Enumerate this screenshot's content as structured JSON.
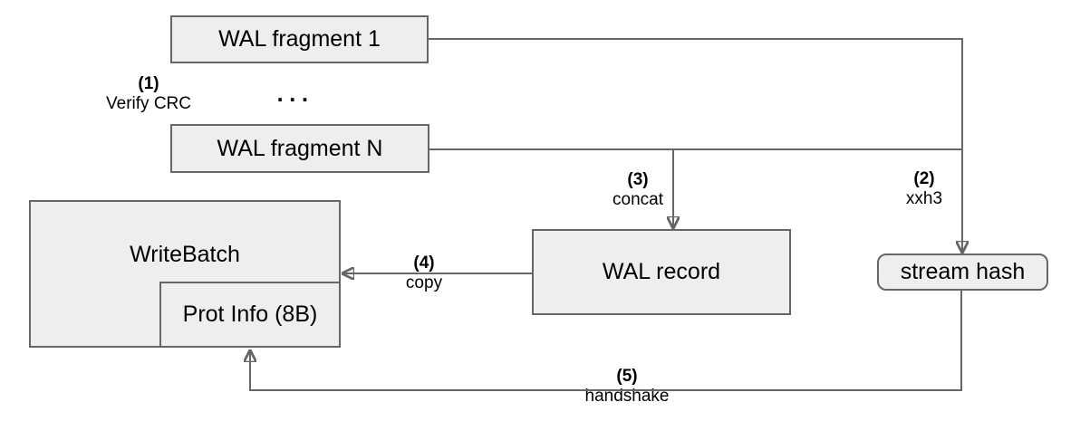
{
  "diagram": {
    "background": "#ffffff",
    "box_fill": "#eeeeee",
    "box_border": "#666666",
    "line_color": "#666666",
    "nodes": {
      "wal_fragment_1": {
        "label": "WAL fragment 1"
      },
      "wal_fragment_n": {
        "label": "WAL fragment N"
      },
      "write_batch": {
        "label": "WriteBatch"
      },
      "prot_info": {
        "label": "Prot Info (8B)"
      },
      "wal_record": {
        "label": "WAL record"
      },
      "stream_hash": {
        "label": "stream hash"
      }
    },
    "ellipsis": "···",
    "steps": {
      "step1": {
        "number": "(1)",
        "label": "Verify CRC"
      },
      "step2": {
        "number": "(2)",
        "label": "xxh3"
      },
      "step3": {
        "number": "(3)",
        "label": "concat"
      },
      "step4": {
        "number": "(4)",
        "label": "copy"
      },
      "step5": {
        "number": "(5)",
        "label": "handshake"
      }
    }
  }
}
